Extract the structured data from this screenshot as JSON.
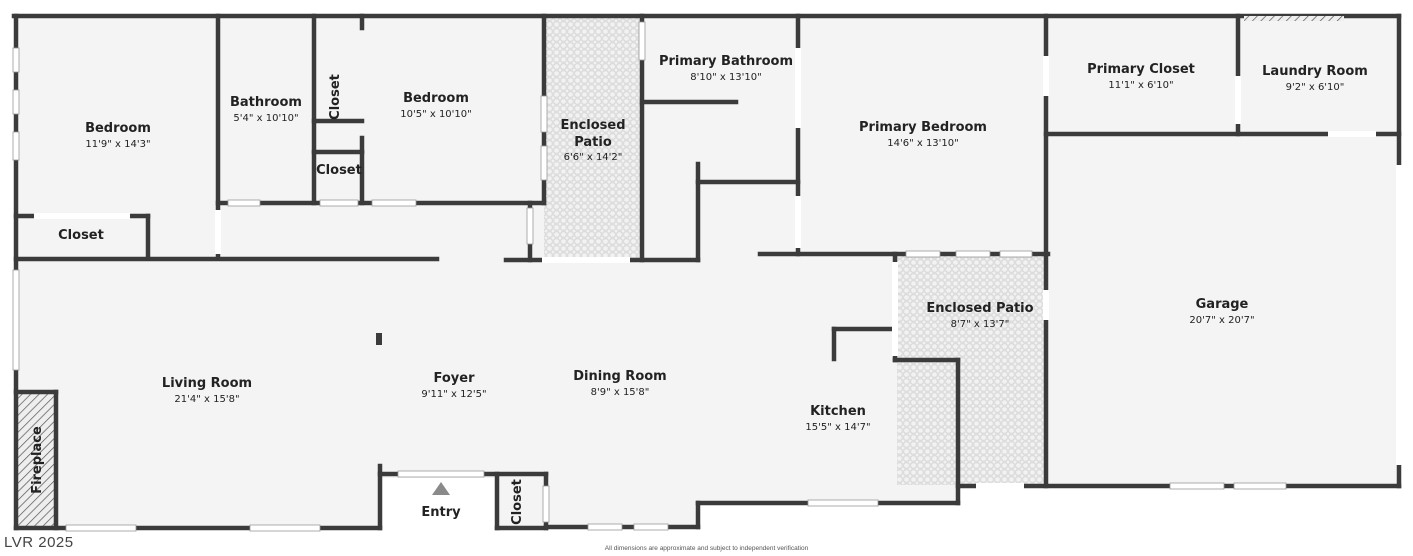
{
  "rooms": {
    "bedroom_left": {
      "name": "Bedroom",
      "dims": "11'9\" x 14'3\""
    },
    "closet_left": {
      "name": "Closet"
    },
    "bathroom": {
      "name": "Bathroom",
      "dims": "5'4\" x 10'10\""
    },
    "closet_vertical": {
      "name": "Closet"
    },
    "closet_small": {
      "name": "Closet"
    },
    "bedroom_mid": {
      "name": "Bedroom",
      "dims": "10'5\" x 10'10\""
    },
    "enclosed_patio_top": {
      "name_line1": "Enclosed",
      "name_line2": "Patio",
      "dims": "6'6\" x 14'2\""
    },
    "primary_bathroom": {
      "name": "Primary Bathroom",
      "dims": "8'10\" x 13'10\""
    },
    "primary_bedroom": {
      "name": "Primary Bedroom",
      "dims": "14'6\" x 13'10\""
    },
    "primary_closet": {
      "name": "Primary Closet",
      "dims": "11'1\" x 6'10\""
    },
    "laundry_room": {
      "name": "Laundry Room",
      "dims": "9'2\" x 6'10\""
    },
    "garage": {
      "name": "Garage",
      "dims": "20'7\" x 20'7\""
    },
    "enclosed_patio_right": {
      "name": "Enclosed Patio",
      "dims": "8'7\" x 13'7\""
    },
    "living_room": {
      "name": "Living Room",
      "dims": "21'4\" x 15'8\""
    },
    "fireplace": {
      "name": "Fireplace"
    },
    "foyer": {
      "name": "Foyer",
      "dims": "9'11\" x 12'5\""
    },
    "dining_room": {
      "name": "Dining Room",
      "dims": "8'9\" x 15'8\""
    },
    "kitchen": {
      "name": "Kitchen",
      "dims": "15'5\" x 14'7\""
    },
    "entry": {
      "name": "Entry"
    },
    "closet_entry": {
      "name": "Closet"
    }
  },
  "watermark": "LVR 2025",
  "disclaimer": "All dimensions are approximate and subject to independent verification",
  "colors": {
    "wall": "#3b3b3b",
    "floor": "#f4f4f4",
    "patio_tile": "#e6e6e6",
    "window": "#d9d9d9"
  }
}
